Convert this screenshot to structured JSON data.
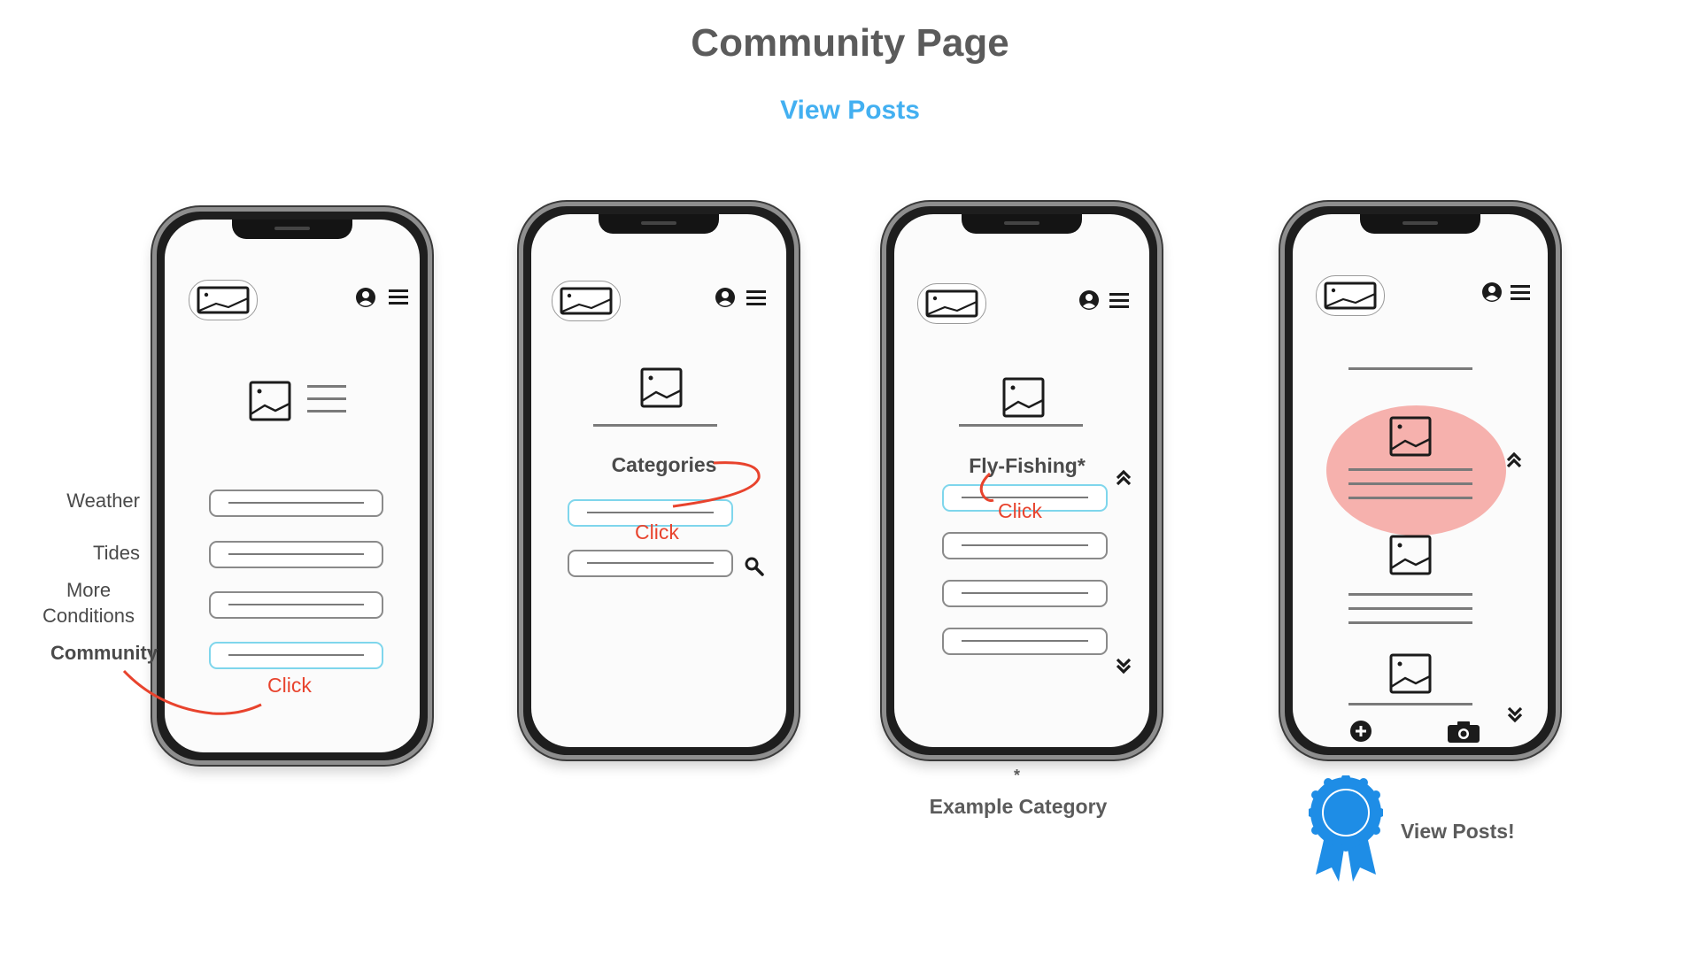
{
  "header": {
    "title": "Community Page",
    "subtitle": "View Posts"
  },
  "screens": {
    "home": {
      "labels": [
        "Weather",
        "Tides",
        "More\nConditions",
        "Community"
      ],
      "click": "Click"
    },
    "categories": {
      "heading": "Categories",
      "click": "Click"
    },
    "category": {
      "heading": "Fly-Fishing*",
      "click": "Click"
    },
    "posts": {}
  },
  "captions": {
    "asterisk": "*",
    "example_category": "Example Category",
    "view_posts_badge": "View Posts!"
  },
  "colors": {
    "title": "#5b5b5b",
    "subtitle_accent": "#43b0f1",
    "click_annotation": "#e8432d",
    "highlight_pill": "#7fd6ec",
    "post_highlight": "#f6b1ad",
    "ribbon": "#1e8de6"
  },
  "icons": [
    "logo-image-icon",
    "account-icon",
    "hamburger-menu-icon",
    "image-icon",
    "search-icon",
    "chevron-double-up-icon",
    "chevron-double-down-icon",
    "add-circle-icon",
    "camera-icon",
    "award-ribbon-icon"
  ]
}
